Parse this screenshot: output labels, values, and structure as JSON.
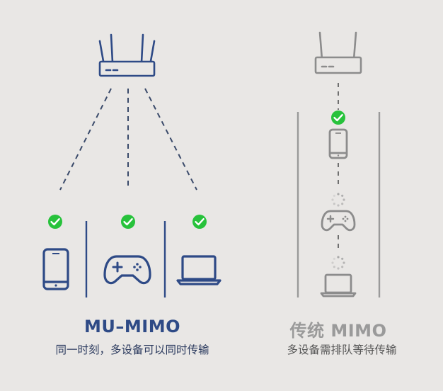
{
  "colors": {
    "background": "#e9e7e5",
    "mu_blue": "#2e4a86",
    "traditional_gray": "#8c8c8c",
    "check_green": "#27c23b"
  },
  "icons": {
    "router": "router-icon",
    "phone": "smartphone-icon",
    "gamepad": "gamepad-icon",
    "laptop": "laptop-icon",
    "check": "check-circle-icon",
    "waiting": "loading-spinner-icon"
  },
  "mu_mimo": {
    "title": "MU–MIMO",
    "subtitle": "同一时刻，多设备可以同时传输"
  },
  "traditional_mimo": {
    "title": "传统 MIMO",
    "subtitle": "多设备需排队等待传输"
  }
}
